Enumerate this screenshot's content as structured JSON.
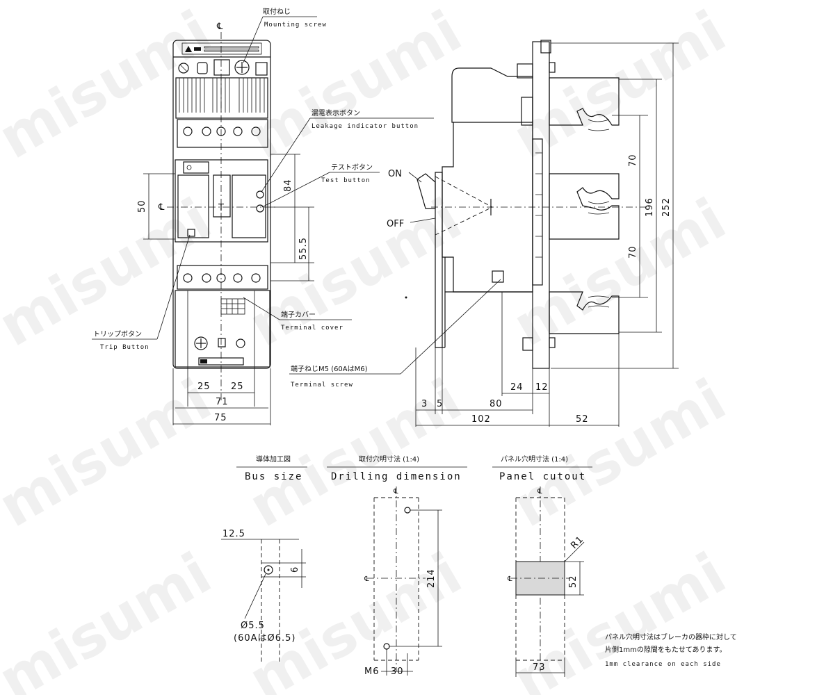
{
  "watermark": "misumi",
  "front_view": {
    "centerline_symbol": "℄",
    "mounting_screw_jp": "取付ねじ",
    "mounting_screw_en": "Mounting screw",
    "leakage_button_jp": "漏電表示ボタン",
    "leakage_button_en": "Leakage indicator button",
    "test_button_jp": "テストボタン",
    "test_button_en": "Test button",
    "trip_button_jp": "トリップボタン",
    "trip_button_en": "Trip Button",
    "terminal_cover_jp": "端子カバー",
    "terminal_cover_en": "Terminal cover",
    "terminal_screw_jp": "端子ねじM5 (60AはM6)",
    "terminal_screw_en": "Terminal screw",
    "handle_letter": "T",
    "dims": {
      "d50": "50",
      "d84": "84",
      "d55_5": "55.5",
      "d25_left": "25",
      "d25_right": "25",
      "d71": "71",
      "d75": "75"
    }
  },
  "side_view": {
    "on_label": "ON",
    "off_label": "OFF",
    "dims": {
      "d70_top": "70",
      "d70_bottom": "70",
      "d196": "196",
      "d252": "252",
      "d24": "24",
      "d12": "12",
      "d3": "3",
      "d5": "5",
      "d80": "80",
      "d102": "102",
      "d52": "52"
    }
  },
  "bus_size": {
    "title_jp": "導体加工図",
    "title_en": "Bus size",
    "d12_5": "12.5",
    "d6": "6",
    "hole": "Ø5.5",
    "hole_60a": "(60AはØ6.5)"
  },
  "drilling": {
    "title_jp": "取付穴明寸法 (1:4)",
    "title_en": "Drilling dimension",
    "d214": "214",
    "screw": "M6",
    "d30": "30"
  },
  "panel_cutout": {
    "title_jp": "パネル穴明寸法 (1:4)",
    "title_en": "Panel cutout",
    "radius": "R1",
    "d52": "52",
    "d73": "73",
    "note_jp_1": "パネル穴明寸法はブレーカの器枠に対して",
    "note_jp_2": "片側1mmの隙間をもたせてあります。",
    "note_en": "1mm clearance on each side"
  }
}
